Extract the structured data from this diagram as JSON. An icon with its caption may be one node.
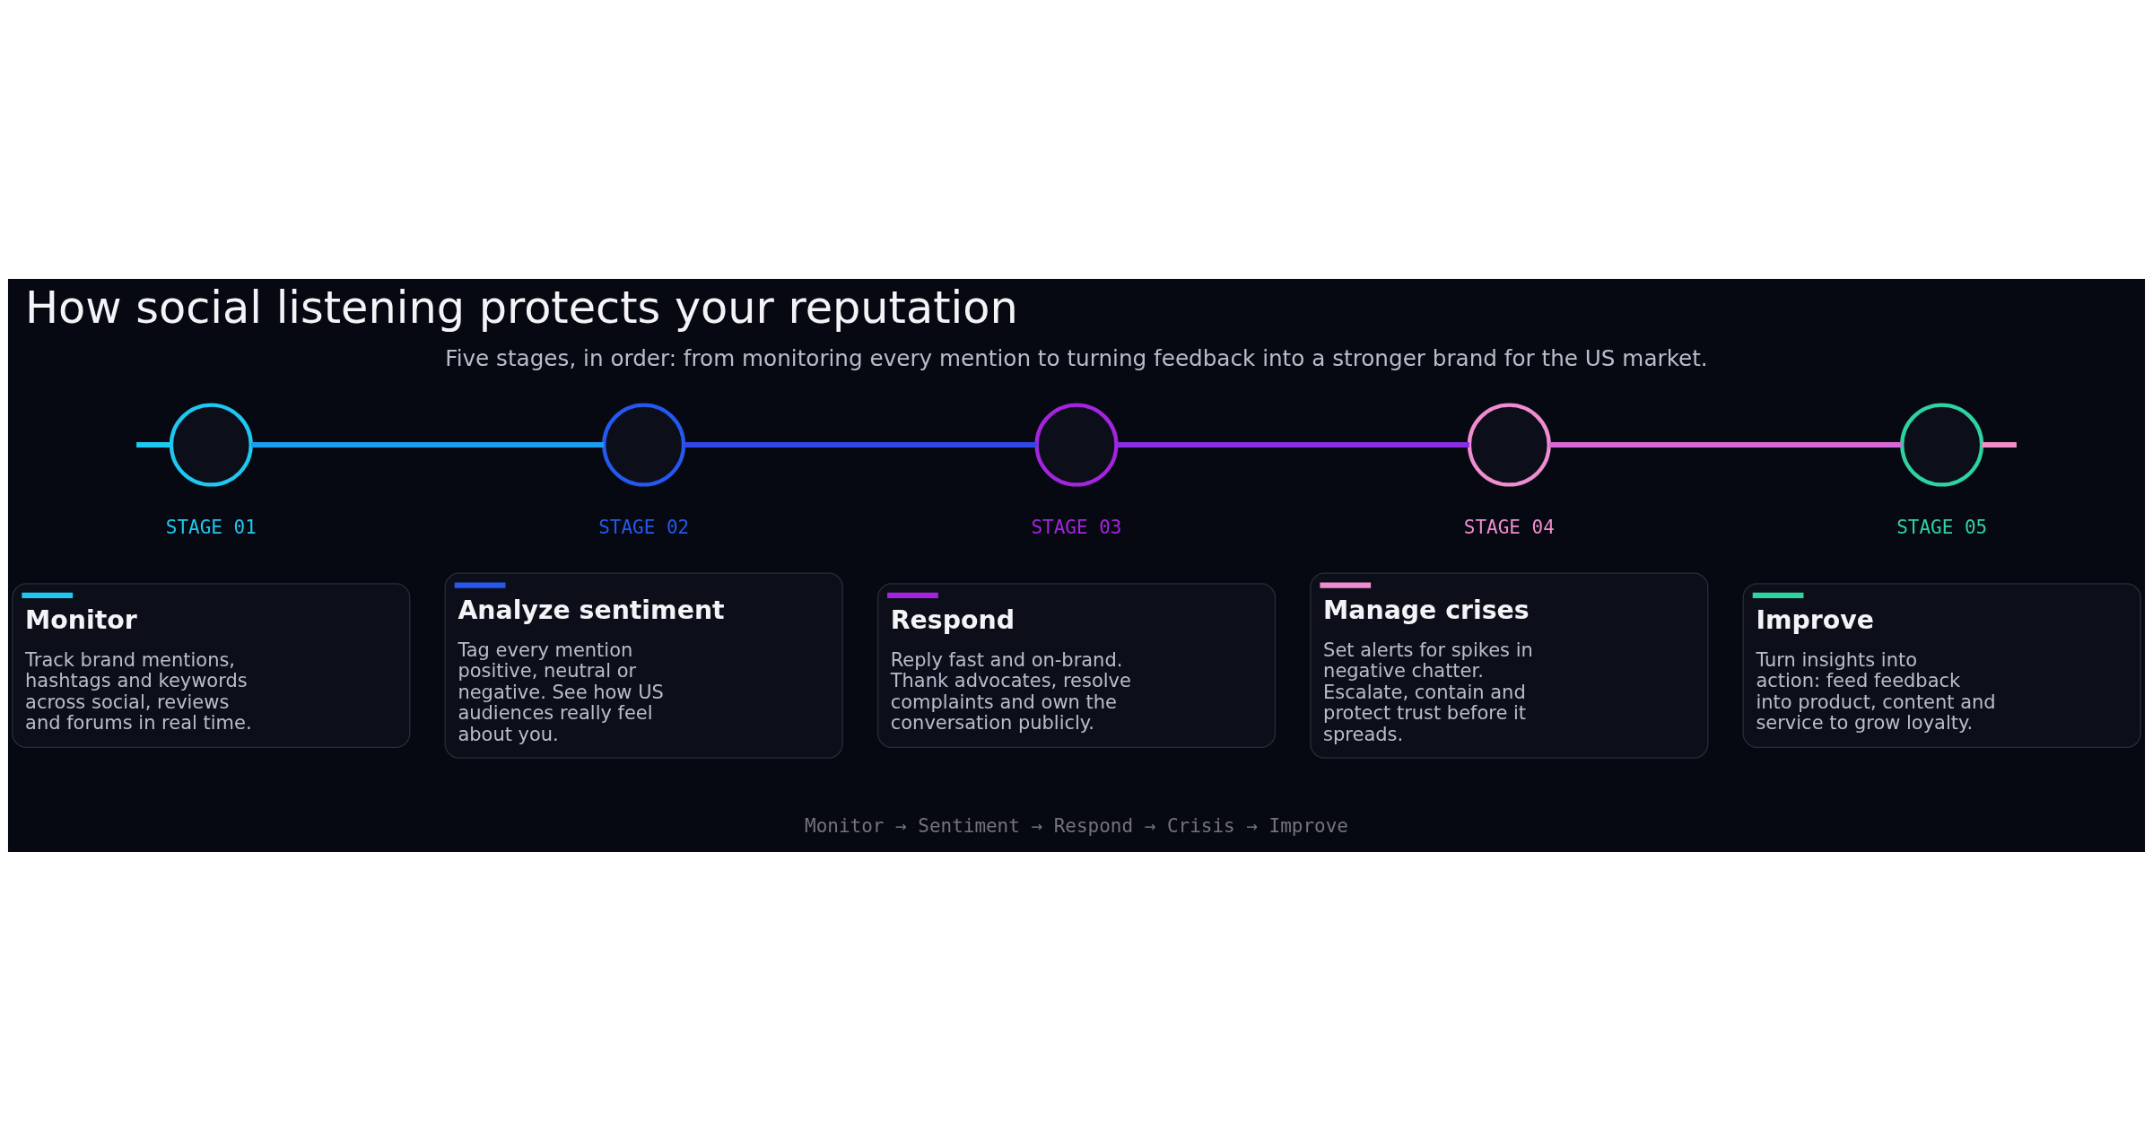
{
  "diagram": {
    "title": "How social listening protects your reputation",
    "nodes": [
      {
        "text": [],
        "shape": "circle",
        "beside": [
          "STAGE 01"
        ]
      },
      {
        "text": [],
        "shape": "circle",
        "beside": [
          "STAGE 02"
        ]
      },
      {
        "text": [],
        "shape": "circle",
        "beside": [
          "STAGE 03"
        ]
      },
      {
        "text": [],
        "shape": "circle",
        "beside": [
          "STAGE 04"
        ]
      },
      {
        "text": [],
        "shape": "circle",
        "beside": [
          "STAGE 05"
        ]
      },
      {
        "text": [
          "Monitor",
          "Track brand mentions, hashtags and keywords across social, reviews and forums in real time."
        ]
      },
      {
        "text": [
          "Analyze sentiment",
          "Tag every mention positive, neutral or negative. See how US audiences really feel about you."
        ]
      },
      {
        "text": [
          "Respond",
          "Reply fast and on-brand. Thank advocates, resolve complaints and own the conversation publicly."
        ]
      },
      {
        "text": [
          "Manage crises",
          "Set alerts for spikes in negative chatter. Escalate, contain and protect trust before it spreads."
        ]
      },
      {
        "text": [
          "Improve",
          "Turn insights into action: feed feedback into product, content and service to grow loyalty."
        ]
      }
    ],
    "edges": [
      {
        "from": null,
        "to": 0,
        "arrow": "none",
        "color": "#1ec8f0"
      },
      {
        "from": 0,
        "to": 1,
        "arrow": "none",
        "color": "#1a9ef0"
      },
      {
        "from": 1,
        "to": 2,
        "arrow": "none",
        "color": "#3048e8"
      },
      {
        "from": 2,
        "to": 3,
        "arrow": "none",
        "color": "#8a2ee6"
      },
      {
        "from": 3,
        "to": 4,
        "arrow": "none",
        "color": "#d868d8"
      },
      {
        "from": 4,
        "to": null,
        "arrow": "none",
        "color": "#f08cc8"
      }
    ],
    "labels": [
      "Five stages, in order: from monitoring every mention to turning feedback into a stronger brand for the US market.",
      "Monitor → Sentiment → Respond → Crisis → Improve"
    ]
  }
}
